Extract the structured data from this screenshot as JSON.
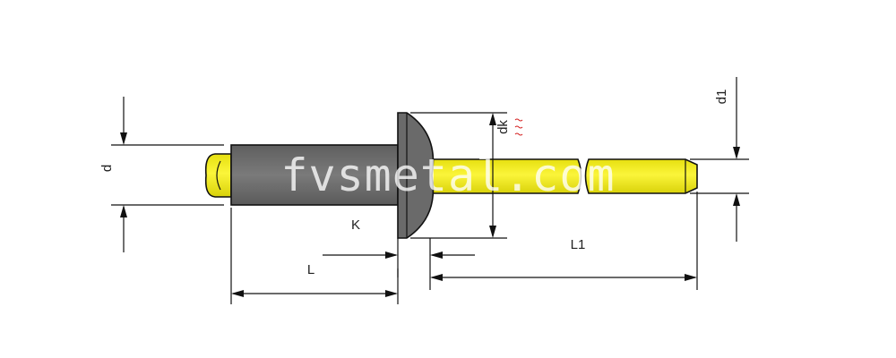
{
  "diagram": {
    "labels": {
      "d": "d",
      "dk": "dk",
      "d1": "d1",
      "K": "K",
      "L": "L",
      "L1": "L1"
    },
    "watermark": "fvsmetal.com",
    "colors": {
      "body": "#6e6e6e",
      "mandrel": "#f2ec1c",
      "outline": "#111111"
    }
  }
}
